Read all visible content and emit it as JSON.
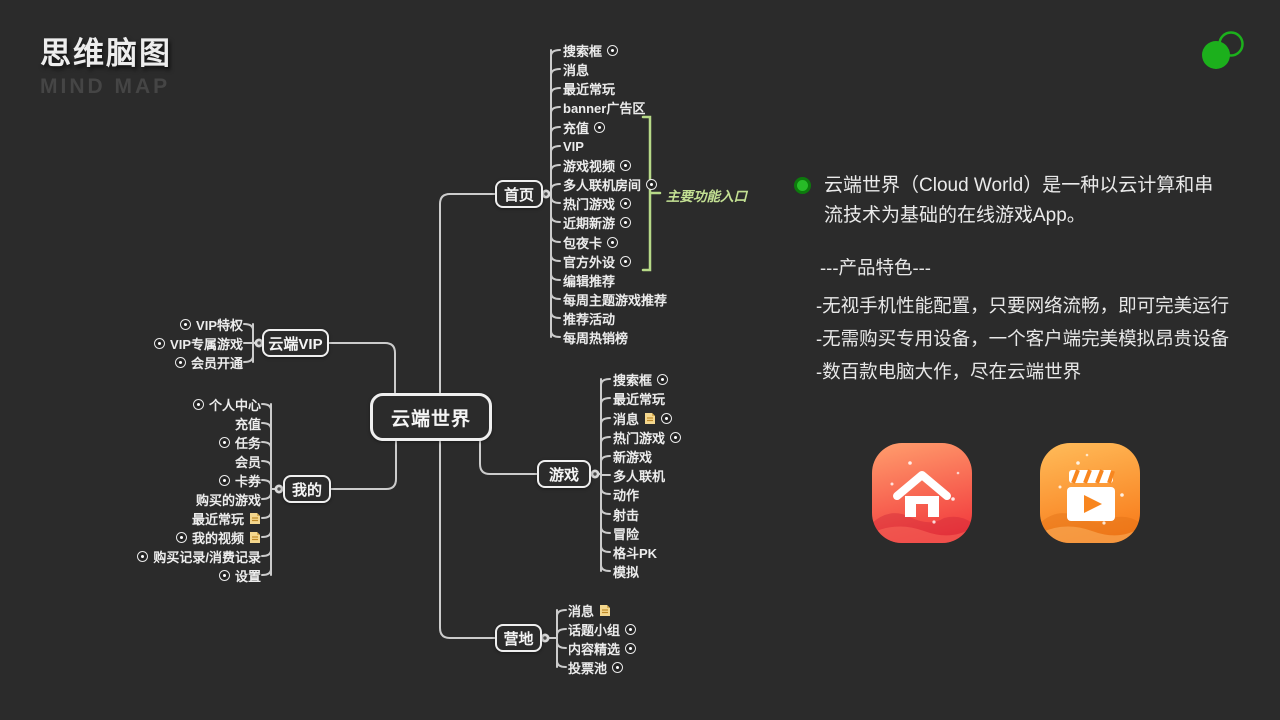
{
  "header": {
    "title": "思维脑图",
    "subtitle": "MIND MAP"
  },
  "logo": {
    "color": "#1cb01c"
  },
  "mindmap": {
    "root": "云端世界",
    "branches": [
      {
        "label": "首页",
        "items": [
          {
            "text": "搜索框",
            "link": true
          },
          {
            "text": "消息"
          },
          {
            "text": "最近常玩"
          },
          {
            "text": "banner广告区"
          },
          {
            "text": "充值",
            "link": true
          },
          {
            "text": "VIP"
          },
          {
            "text": "游戏视频",
            "link": true
          },
          {
            "text": "多人联机房间",
            "link": true
          },
          {
            "text": "热门游戏",
            "link": true
          },
          {
            "text": "近期新游",
            "link": true
          },
          {
            "text": "包夜卡",
            "link": true
          },
          {
            "text": "官方外设",
            "link": true
          },
          {
            "text": "编辑推荐"
          },
          {
            "text": "每周主题游戏推荐"
          },
          {
            "text": "推荐活动"
          },
          {
            "text": "每周热销榜"
          }
        ]
      },
      {
        "label": "云端VIP",
        "items": [
          {
            "text": "VIP特权",
            "link": true
          },
          {
            "text": "VIP专属游戏",
            "link": true
          },
          {
            "text": "会员开通",
            "link": true
          }
        ]
      },
      {
        "label": "我的",
        "items": [
          {
            "text": "个人中心",
            "link": true
          },
          {
            "text": "充值"
          },
          {
            "text": "任务",
            "link": true
          },
          {
            "text": "会员"
          },
          {
            "text": "卡券",
            "link": true
          },
          {
            "text": "购买的游戏"
          },
          {
            "text": "最近常玩",
            "note": true
          },
          {
            "text": "我的视频",
            "link": true,
            "note": true
          },
          {
            "text": "购买记录/消费记录",
            "link": true
          },
          {
            "text": "设置",
            "link": true
          }
        ]
      },
      {
        "label": "游戏",
        "items": [
          {
            "text": "搜索框",
            "link": true
          },
          {
            "text": "最近常玩"
          },
          {
            "text": "消息",
            "note": true,
            "link": true
          },
          {
            "text": "热门游戏",
            "link": true
          },
          {
            "text": "新游戏"
          },
          {
            "text": "多人联机"
          },
          {
            "text": "动作"
          },
          {
            "text": "射击"
          },
          {
            "text": "冒险"
          },
          {
            "text": "格斗PK"
          },
          {
            "text": "模拟"
          }
        ]
      },
      {
        "label": "营地",
        "items": [
          {
            "text": "消息",
            "note": true
          },
          {
            "text": "话题小组",
            "link": true
          },
          {
            "text": "内容精选",
            "link": true
          },
          {
            "text": "投票池",
            "link": true
          }
        ]
      }
    ],
    "callout": {
      "text": "主要功能入口",
      "color": "#b7da88"
    }
  },
  "description": {
    "bullet_color": "#27bb27",
    "intro": "云端世界（Cloud World）是一种以云计算和串流技术为基础的在线游戏App。",
    "section_title": "---产品特色---",
    "features": [
      "-无视手机性能配置，只要网络流畅，即可完美运行",
      "-无需购买专用设备，一个客户端完美模拟昂贵设备",
      "-数百款电脑大作，尽在云端世界"
    ]
  },
  "app_icons": {
    "home": {
      "gradient_top": "#ff9a6b",
      "gradient_bottom": "#f23c3e"
    },
    "video": {
      "gradient_top": "#ffb957",
      "gradient_bottom": "#f87d1c"
    }
  }
}
